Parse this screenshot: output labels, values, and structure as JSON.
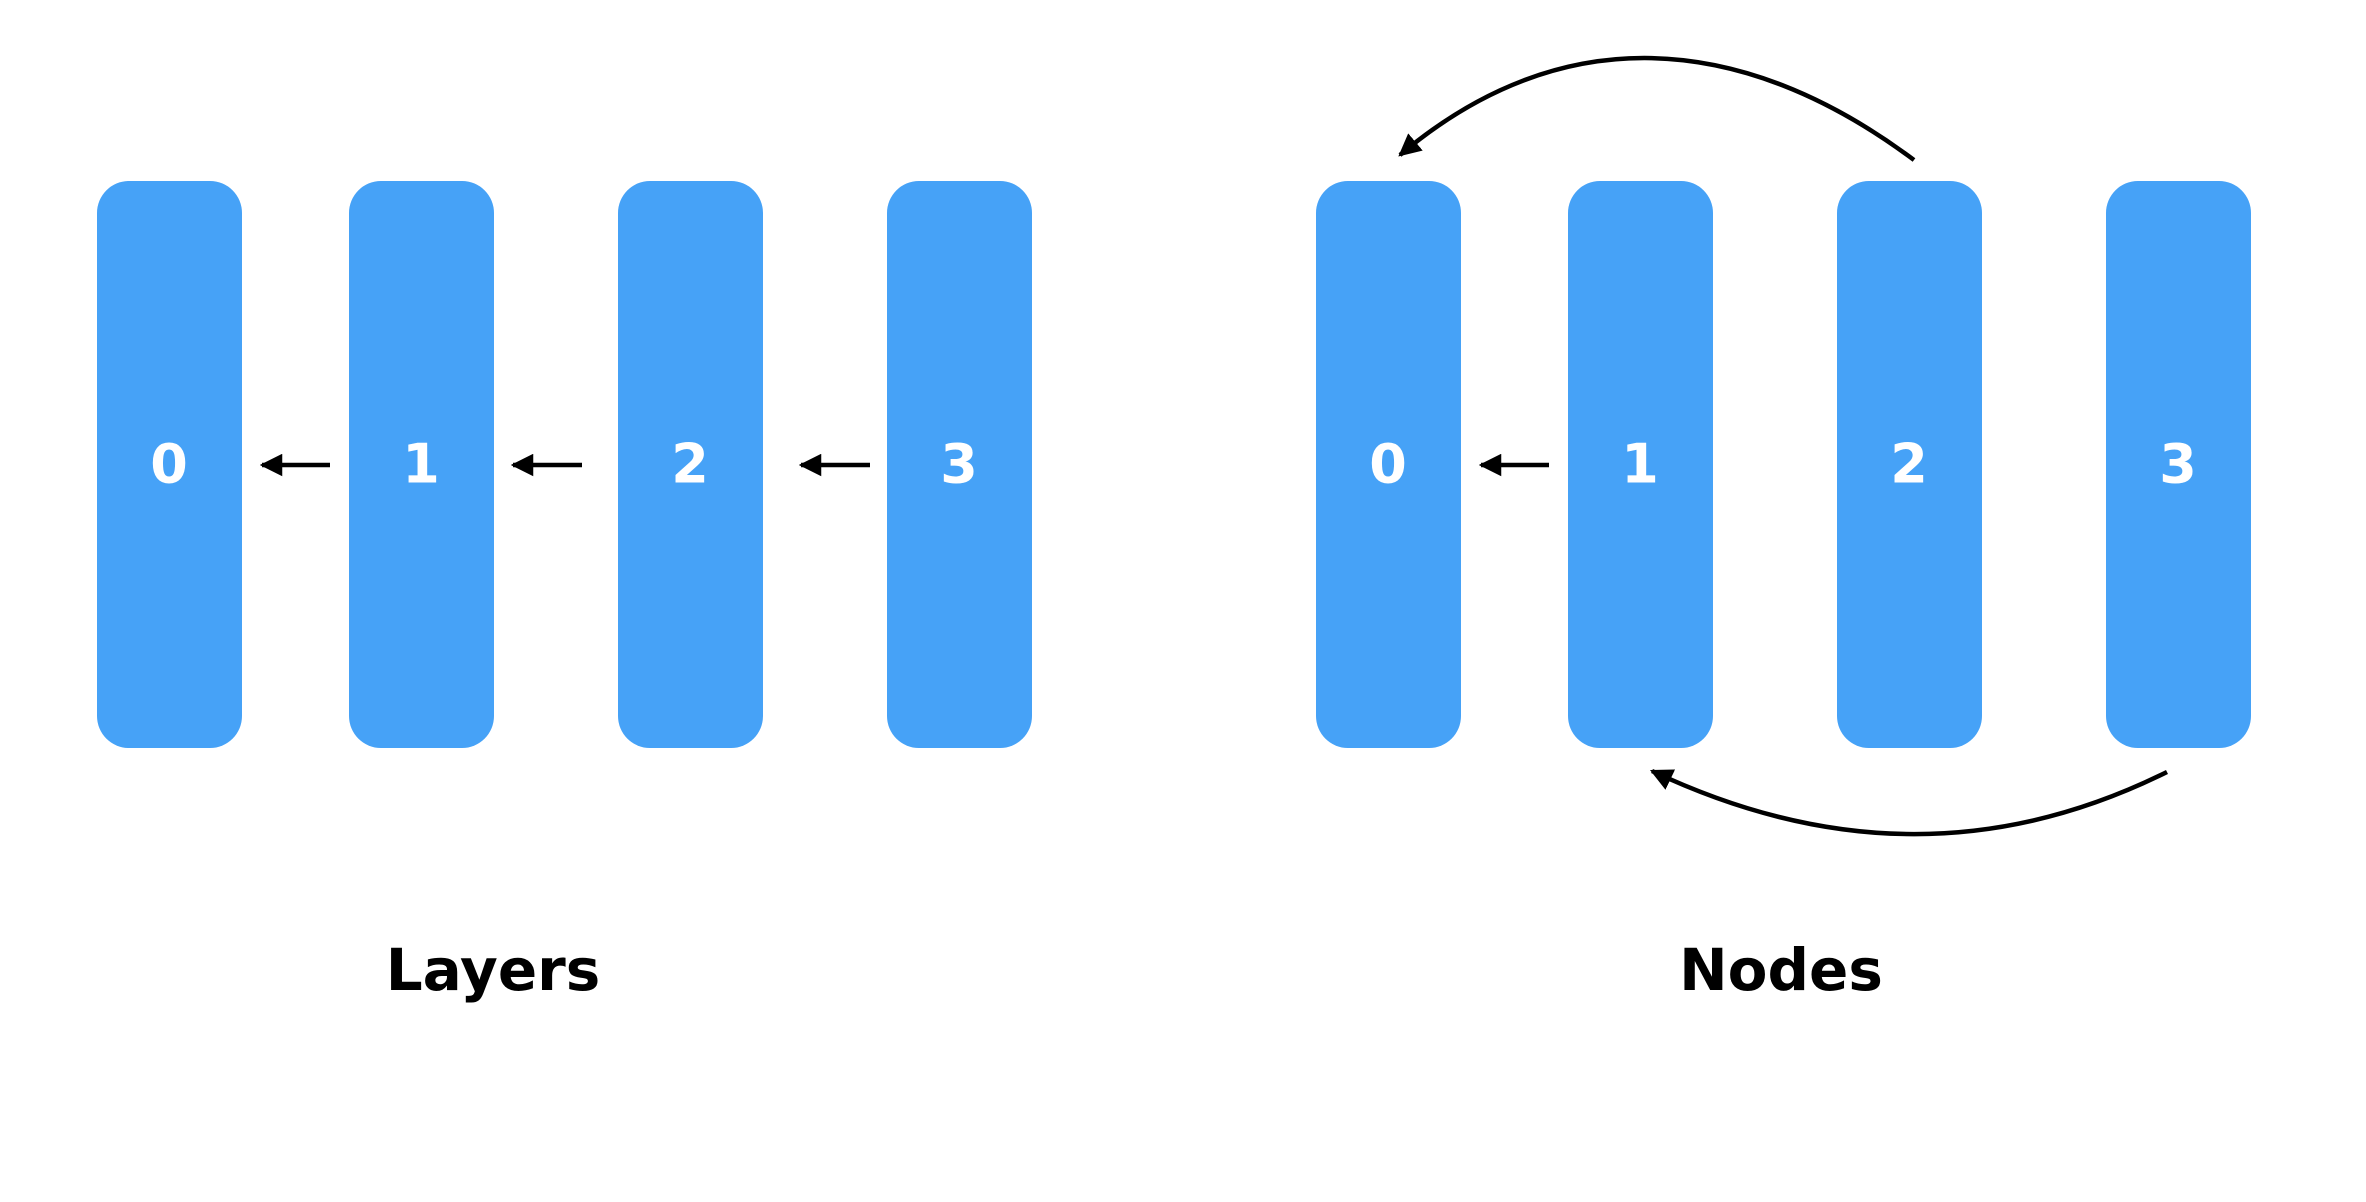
{
  "colors": {
    "block": "#46A2F7",
    "block_text": "#ffffff",
    "arrow": "#000000",
    "caption": "#000000",
    "background": "#ffffff"
  },
  "panels": [
    {
      "caption": "Layers",
      "blocks": [
        "0",
        "1",
        "2",
        "3"
      ],
      "arrows": [
        {
          "from": "1",
          "to": "0",
          "style": "straight"
        },
        {
          "from": "2",
          "to": "1",
          "style": "straight"
        },
        {
          "from": "3",
          "to": "2",
          "style": "straight"
        }
      ]
    },
    {
      "caption": "Nodes",
      "blocks": [
        "0",
        "1",
        "2",
        "3"
      ],
      "arrows": [
        {
          "from": "1",
          "to": "0",
          "style": "straight"
        },
        {
          "from": "2",
          "to": "0",
          "style": "curved-over"
        },
        {
          "from": "3",
          "to": "1",
          "style": "curved-under"
        }
      ]
    }
  ]
}
